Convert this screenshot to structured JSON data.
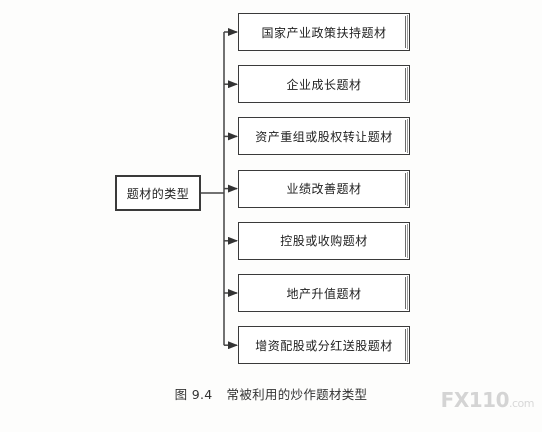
{
  "diagram": {
    "root_label": "题材的类型",
    "children": [
      {
        "label": "国家产业政策扶持题材"
      },
      {
        "label": "企业成长题材"
      },
      {
        "label": "资产重组或股权转让题材"
      },
      {
        "label": "业绩改善题材"
      },
      {
        "label": "控股或收购题材"
      },
      {
        "label": "地产升值题材"
      },
      {
        "label": "增资配股或分红送股题材"
      }
    ]
  },
  "caption": {
    "figure_number": "图 9.4",
    "text": "常被利用的炒作题材类型"
  },
  "watermark": {
    "brand": "FX110",
    "suffix": ".com"
  }
}
